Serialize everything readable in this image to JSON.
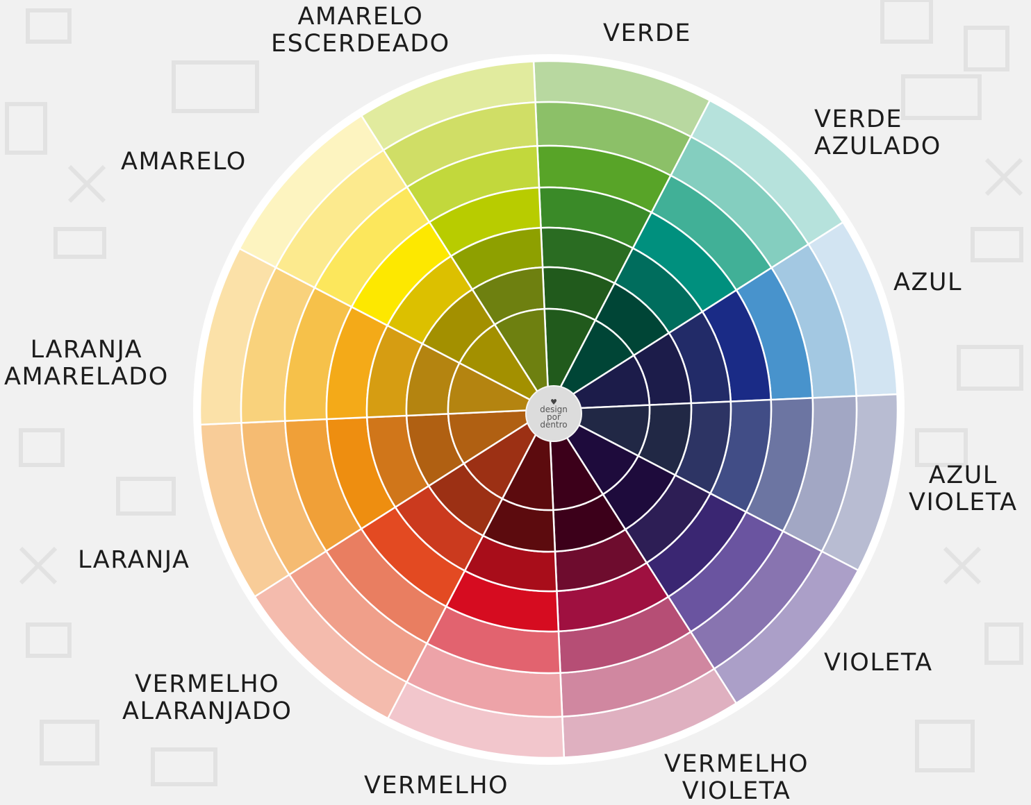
{
  "wheel": {
    "segments": [
      {
        "name": "verde",
        "colors": [
          "#b8d8a0",
          "#8cc068",
          "#58a428",
          "#3a8a28",
          "#2a6c22",
          "#215a1c"
        ]
      },
      {
        "name": "verde-azulado",
        "colors": [
          "#b6e2dc",
          "#84cebf",
          "#41b097",
          "#00907e",
          "#006d5d",
          "#004536"
        ]
      },
      {
        "name": "azul",
        "colors": [
          "#d2e4f2",
          "#a3c8e2",
          "#4893cc",
          "#1a2b86",
          "#222b68",
          "#1c1c4a"
        ]
      },
      {
        "name": "azul-violeta",
        "colors": [
          "#b8bcd2",
          "#a2a7c4",
          "#6c75a2",
          "#414d86",
          "#2d3464",
          "#212845"
        ]
      },
      {
        "name": "violeta",
        "colors": [
          "#ab9fc8",
          "#8874b0",
          "#6a54a0",
          "#3a2672",
          "#2d1e55",
          "#1e0b3c"
        ]
      },
      {
        "name": "vermelho-violeta",
        "colors": [
          "#dfb0c0",
          "#d087a0",
          "#b64e75",
          "#9f1040",
          "#6e0c2e",
          "#3c001a"
        ]
      },
      {
        "name": "vermelho",
        "colors": [
          "#f2c6cc",
          "#eda3a8",
          "#e2636f",
          "#d60c20",
          "#a80d1a",
          "#5c0b0e"
        ]
      },
      {
        "name": "vermelho-alaranjado",
        "colors": [
          "#f4bbad",
          "#f09f8a",
          "#e97e61",
          "#e34a22",
          "#cb3a1e",
          "#9c3014"
        ]
      },
      {
        "name": "laranja",
        "colors": [
          "#f8cc98",
          "#f5bb72",
          "#f0a038",
          "#ee8e10",
          "#d0761a",
          "#b06012"
        ]
      },
      {
        "name": "laranja-amarelado",
        "colors": [
          "#fbe1a8",
          "#f9d27c",
          "#f6c14a",
          "#f4aa18",
          "#d69d12",
          "#b48410"
        ]
      },
      {
        "name": "amarelo",
        "colors": [
          "#fdf4c0",
          "#fcea8e",
          "#fce75c",
          "#fde800",
          "#dcc000",
          "#a39000"
        ]
      },
      {
        "name": "amarelo-esverdeado",
        "colors": [
          "#e1eb9e",
          "#d0de66",
          "#c2d83c",
          "#b8cc00",
          "#8ea000",
          "#6e8010"
        ]
      }
    ]
  },
  "labels": {
    "verde": "VERDE",
    "verde_azulado": "VERDE\nAZULADO",
    "azul": "AZUL",
    "azul_violeta": "AZUL\nVIOLETA",
    "violeta": "VIOLETA",
    "vermelho_violeta": "VERMELHO\nVIOLETA",
    "vermelho": "VERMELHO",
    "vermelho_alaranjado": "VERMELHO\nALARANJADO",
    "laranja": "LARANJA",
    "laranja_amarelado": "LARANJA\nAMARELADO",
    "amarelo": "AMARELO",
    "amarelo_esverdeado": "AMARELO\nESCERDEADO"
  },
  "logo": {
    "brand": "design\npor\ndentro",
    "heart": "♥"
  }
}
